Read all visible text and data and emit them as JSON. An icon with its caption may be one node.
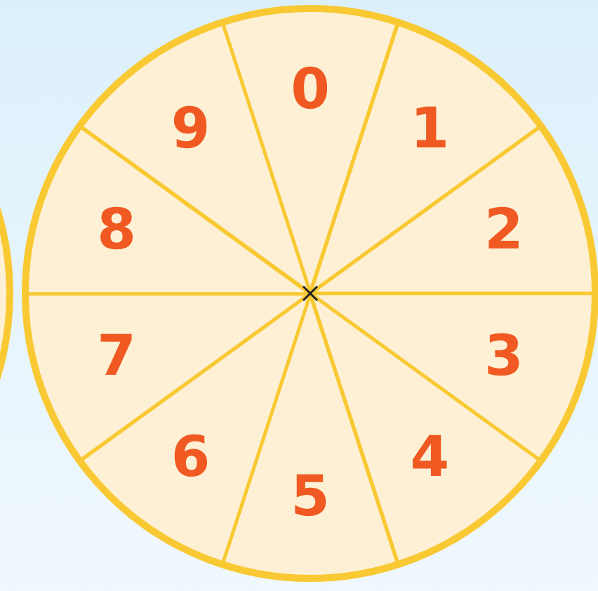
{
  "diagram": {
    "nodes": [
      {
        "text": [
          "0"
        ]
      },
      {
        "text": [
          "1"
        ]
      },
      {
        "text": [
          "2"
        ]
      },
      {
        "text": [
          "3"
        ]
      },
      {
        "text": [
          "4"
        ]
      },
      {
        "text": [
          "5"
        ]
      },
      {
        "text": [
          "6"
        ]
      },
      {
        "text": [
          "7"
        ]
      },
      {
        "text": [
          "8"
        ]
      },
      {
        "text": [
          "9"
        ]
      }
    ]
  }
}
